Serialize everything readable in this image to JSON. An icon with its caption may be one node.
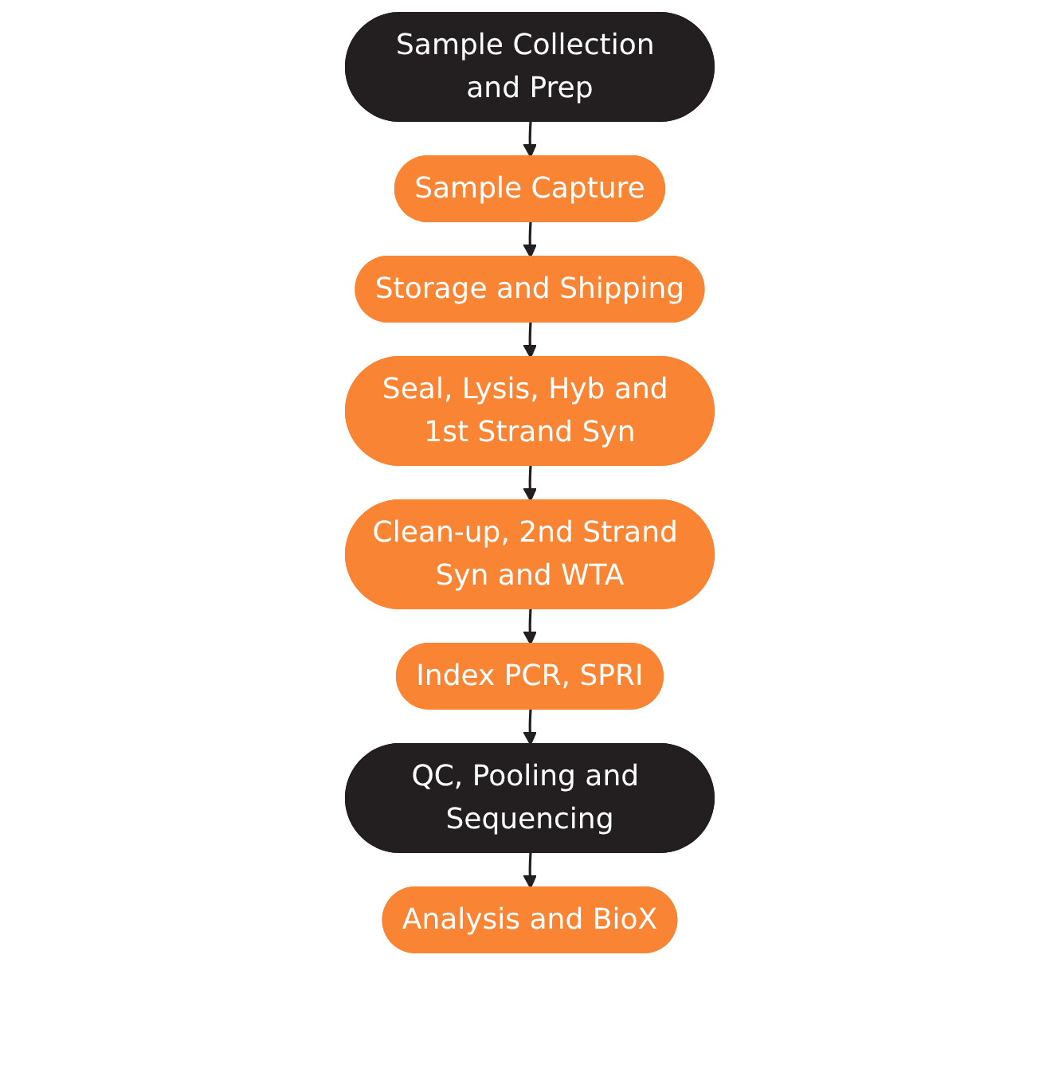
{
  "diagram": {
    "nodes": [
      {
        "text": [
          "Sample Collection and Prep"
        ]
      },
      {
        "text": [
          "Sample Capture"
        ]
      },
      {
        "text": [
          "Storage and Shipping"
        ]
      },
      {
        "text": [
          "Seal, Lysis, Hyb and 1st Strand Syn"
        ]
      },
      {
        "text": [
          "Clean-up, 2nd Strand Syn and WTA"
        ]
      },
      {
        "text": [
          "Index PCR, SPRI"
        ]
      },
      {
        "text": [
          "QC, Pooling and Sequencing"
        ]
      },
      {
        "text": [
          "Analysis and BioX"
        ]
      }
    ],
    "edges": [
      {
        "from": 0,
        "to": 1,
        "arrow": "to"
      },
      {
        "from": 1,
        "to": 2,
        "arrow": "to"
      },
      {
        "from": 2,
        "to": 3,
        "arrow": "to"
      },
      {
        "from": 3,
        "to": 4,
        "arrow": "to"
      },
      {
        "from": 4,
        "to": 5,
        "arrow": "to"
      },
      {
        "from": 5,
        "to": 6,
        "arrow": "to"
      },
      {
        "from": 6,
        "to": 7,
        "arrow": "to"
      }
    ]
  }
}
